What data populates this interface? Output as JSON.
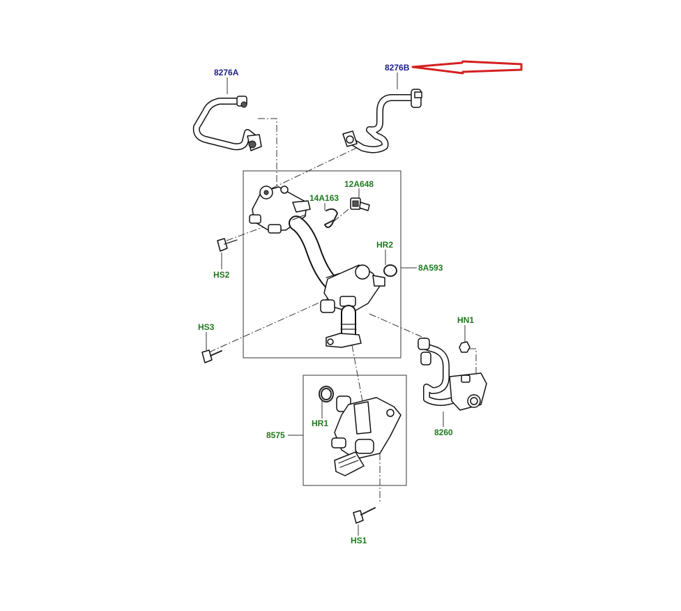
{
  "labels": {
    "p8276A": "8276A",
    "p8276B": "8276B",
    "p14A163": "14A163",
    "p12A648": "12A648",
    "pHR2": "HR2",
    "p8A593": "8A593",
    "pHS2": "HS2",
    "pHS3": "HS3",
    "pHN1": "HN1",
    "pHR1": "HR1",
    "p8575": "8575",
    "p8260": "8260",
    "pHS1": "HS1"
  },
  "colors": {
    "callout_blue": "#1c1c8c",
    "callout_green": "#1d7a1d",
    "highlight_arrow": "#d42020"
  }
}
